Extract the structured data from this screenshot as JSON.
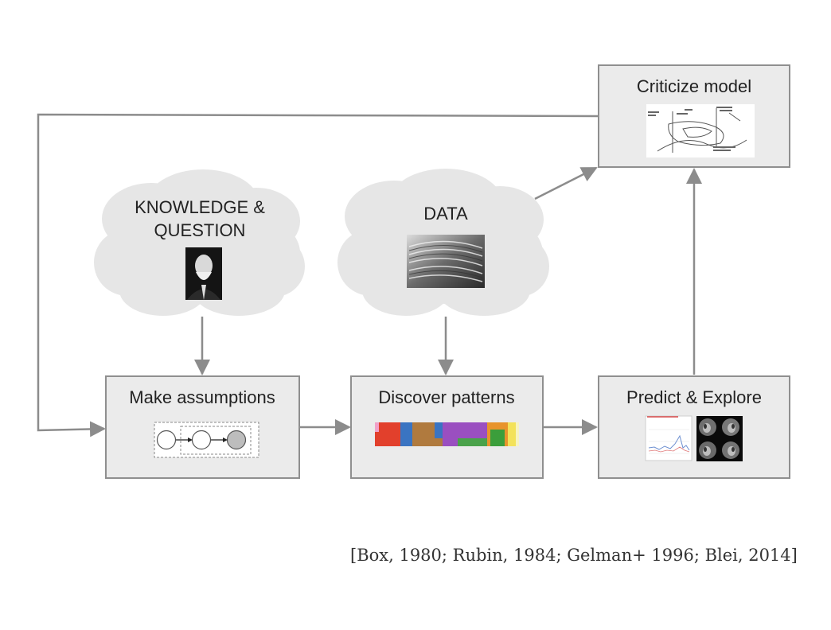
{
  "nodes": {
    "criticize": {
      "label": "Criticize model"
    },
    "assumptions": {
      "label": "Make assumptions"
    },
    "discover": {
      "label": "Discover patterns"
    },
    "predict": {
      "label": "Predict & Explore"
    }
  },
  "clouds": {
    "knowledge": {
      "line1": "KNOWLEDGE &",
      "line2": "QUESTION",
      "image": "portrait-photo"
    },
    "data": {
      "line1": "DATA",
      "image": "newspaper-stack-photo"
    }
  },
  "thumbnails": {
    "assumptions": "graphical-model-chain",
    "discover": "colored-pattern-strip",
    "criticize": "model-criticism-sketch",
    "predict": [
      "line-chart-thumbnail",
      "brain-scan-thumbnail"
    ]
  },
  "colors": {
    "box_fill": "#ebebeb",
    "box_stroke": "#8f8f8f",
    "cloud_fill": "#e6e6e6",
    "arrow": "#8c8c8c"
  },
  "citation": "[Box, 1980; Rubin, 1984; Gelman+ 1996; Blei, 2014]"
}
